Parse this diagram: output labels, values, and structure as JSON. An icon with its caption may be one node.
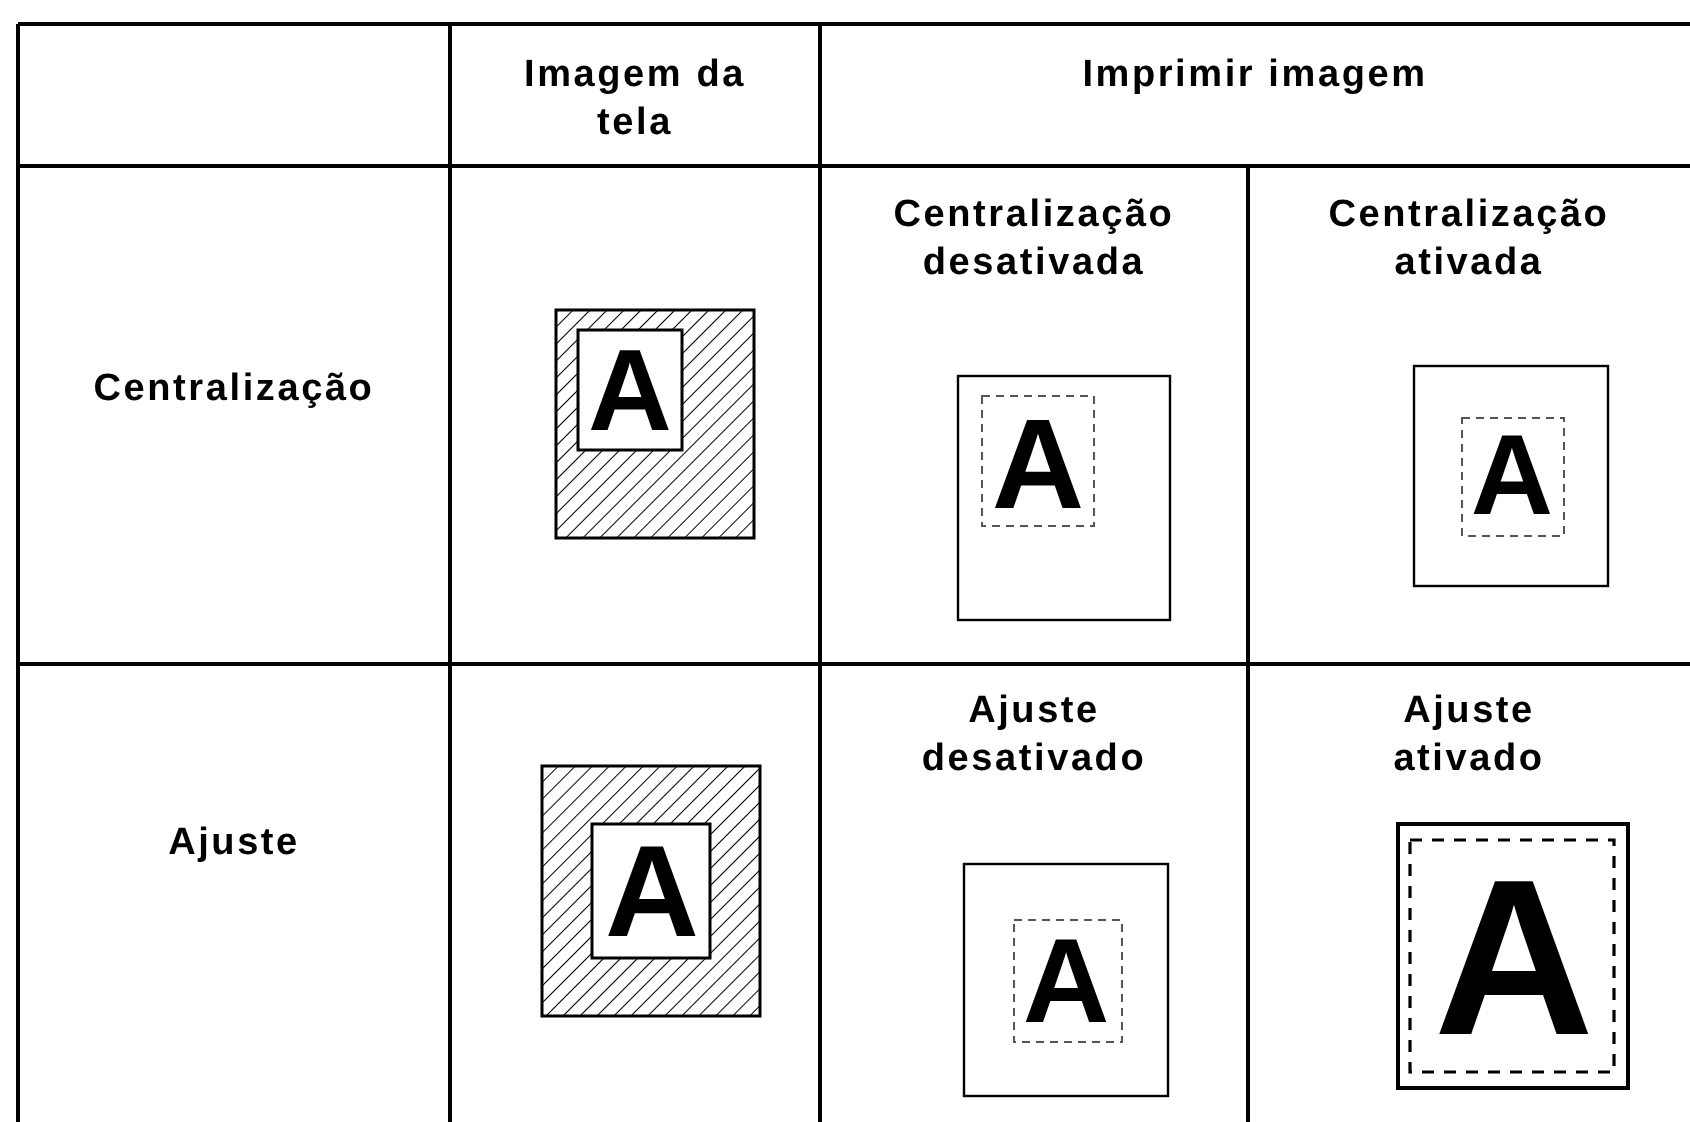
{
  "diagram": {
    "labels": [
      "Imagem da tela",
      "Imprimir imagem",
      "Centralização",
      "A",
      "Centralização desativada",
      "A",
      "Centralização ativada",
      "A",
      "Ajuste",
      "A",
      "Ajuste desativado",
      "A",
      "Ajuste ativado",
      "A"
    ]
  }
}
